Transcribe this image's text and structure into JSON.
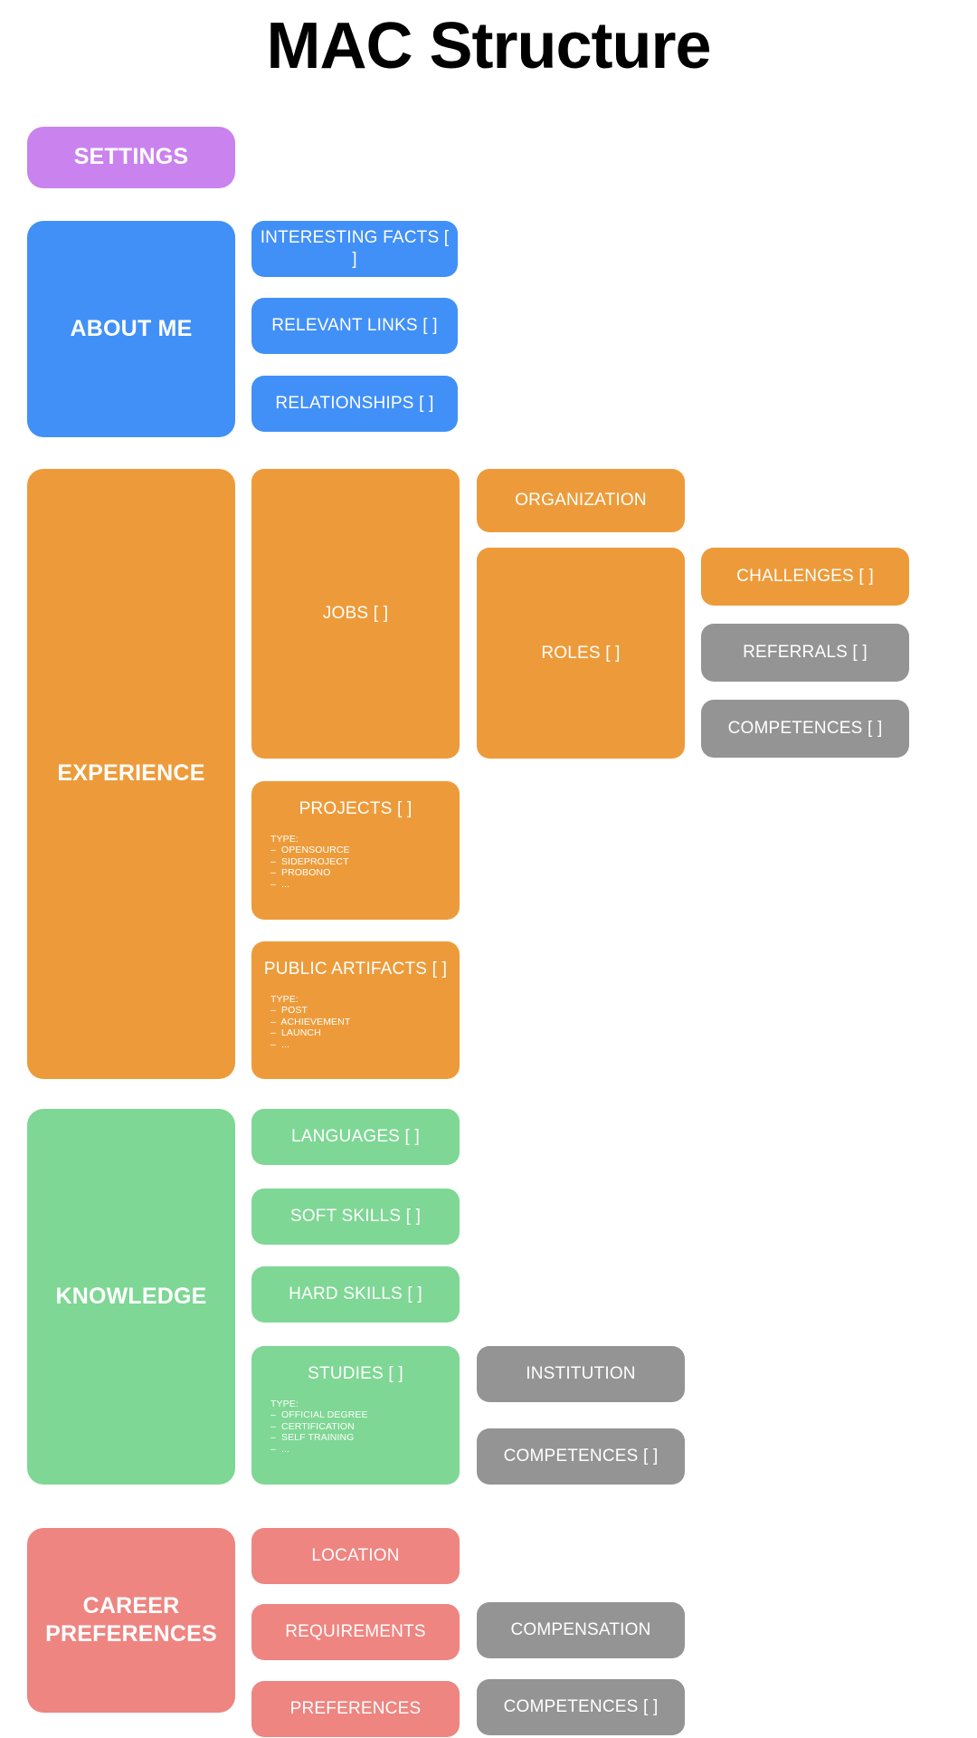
{
  "page": {
    "title": "MAC Structure",
    "background": "#ffffff"
  },
  "colors": {
    "settings_purple": "#ca82ee",
    "about_blue": "#4190f7",
    "experience_orange": "#ed9b3a",
    "knowledge_green": "#7ed794",
    "career_red": "#ee8581",
    "shared_grey": "#949494",
    "title_black": "#000000",
    "label_white": "#ffffff"
  },
  "sections": {
    "settings": {
      "label": "SETTINGS",
      "color": "#ca82ee"
    },
    "about_me": {
      "label": "ABOUT ME",
      "color": "#4190f7",
      "children": [
        {
          "label": "INTERESTING FACTS [ ]",
          "color": "#4190f7"
        },
        {
          "label": "RELEVANT LINKS [ ]",
          "color": "#4190f7"
        },
        {
          "label": "RELATIONSHIPS [ ]",
          "color": "#4190f7"
        }
      ]
    },
    "experience": {
      "label": "EXPERIENCE",
      "color": "#ed9b3a",
      "children": [
        {
          "label": "JOBS [ ]",
          "color": "#ed9b3a"
        },
        {
          "label": "PROJECTS [ ]",
          "color": "#ed9b3a"
        },
        {
          "label": "PUBLIC ARTIFACTS [ ]",
          "color": "#ed9b3a"
        }
      ],
      "jobs_children": [
        {
          "label": "ORGANIZATION",
          "color": "#ed9b3a"
        },
        {
          "label": "ROLES [ ]",
          "color": "#ed9b3a"
        }
      ],
      "roles_children": [
        {
          "label": "CHALLENGES [ ]",
          "color": "#ed9b3a"
        },
        {
          "label": "REFERRALS [ ]",
          "color": "#949494"
        },
        {
          "label": "COMPETENCES [ ]",
          "color": "#949494"
        }
      ],
      "projects_detail": {
        "type_label": "TYPE:",
        "items": [
          "–  OPENSOURCE",
          "–  SIDEPROJECT",
          "–  PROBONO",
          "–  ..."
        ]
      },
      "public_artifacts_detail": {
        "type_label": "TYPE:",
        "items": [
          "–  POST",
          "–  ACHIEVEMENT",
          "–  LAUNCH",
          "–  ..."
        ]
      }
    },
    "knowledge": {
      "label": "KNOWLEDGE",
      "color": "#7ed794",
      "children": [
        {
          "label": "LANGUAGES [ ]",
          "color": "#7ed794"
        },
        {
          "label": "SOFT SKILLS [ ]",
          "color": "#7ed794"
        },
        {
          "label": "HARD SKILLS [ ]",
          "color": "#7ed794"
        },
        {
          "label": "STUDIES [ ]",
          "color": "#7ed794"
        }
      ],
      "studies_children": [
        {
          "label": "INSTITUTION",
          "color": "#949494"
        },
        {
          "label": "COMPETENCES [ ]",
          "color": "#949494"
        }
      ],
      "studies_detail": {
        "type_label": "TYPE:",
        "items": [
          "–  OFFICIAL DEGREE",
          "–  CERTIFICATION",
          "–  SELF TRAINING",
          "–  ..."
        ]
      }
    },
    "career_preferences": {
      "label": "CAREER\nPREFERENCES",
      "label_line1": "CAREER",
      "label_line2": "PREFERENCES",
      "color": "#ee8581",
      "children": [
        {
          "label": "LOCATION",
          "color": "#ee8581"
        },
        {
          "label": "REQUIREMENTS",
          "color": "#ee8581"
        },
        {
          "label": "PREFERENCES",
          "color": "#ee8581"
        }
      ],
      "requirements_children": [
        {
          "label": "COMPENSATION",
          "color": "#949494"
        },
        {
          "label": "COMPETENCES [ ]",
          "color": "#949494"
        }
      ]
    }
  }
}
